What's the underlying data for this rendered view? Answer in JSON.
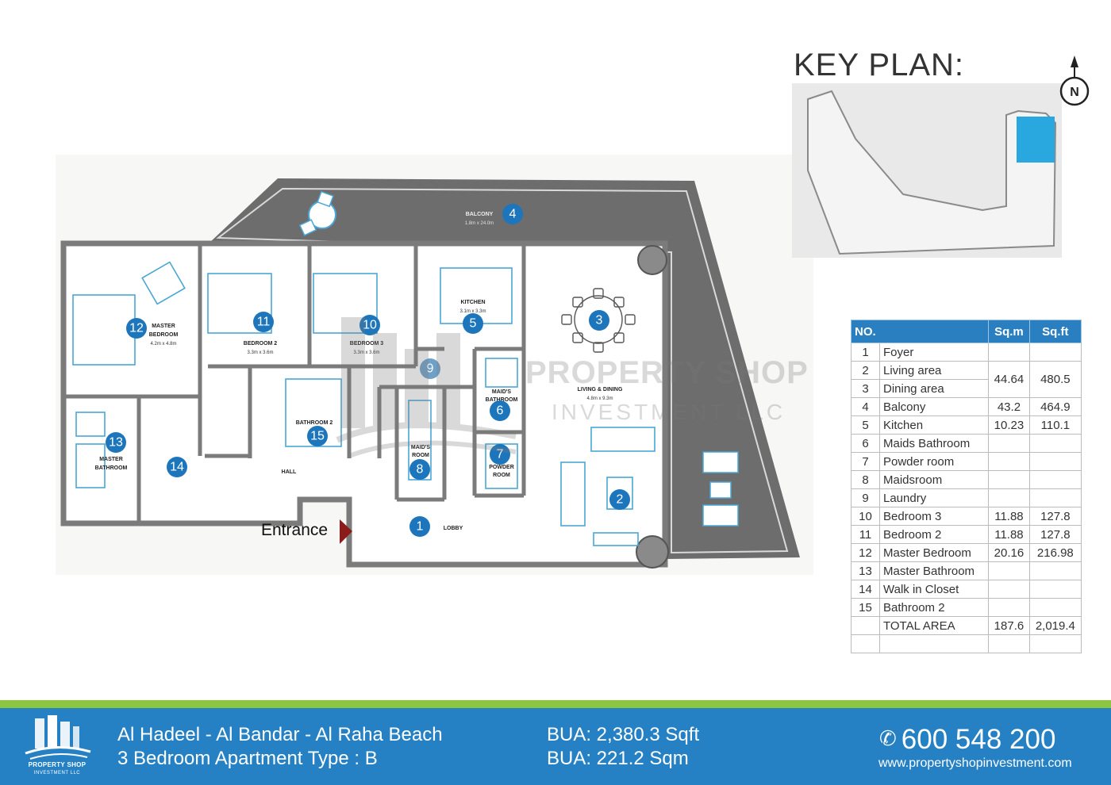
{
  "key_plan": {
    "title": "KEY PLAN:",
    "north_label": "N",
    "highlight_color": "#29a8e0"
  },
  "rooms": {
    "balcony": {
      "name": "BALCONY",
      "dim": "1.8m x 24.0m"
    },
    "master_bedroom": {
      "name": "MASTER",
      "name2": "BEDROOM",
      "dim": "4.2m x 4.8m"
    },
    "bedroom2": {
      "name": "BEDROOM 2",
      "dim": "3.3m x 3.6m"
    },
    "bedroom3": {
      "name": "BEDROOM 3",
      "dim": "3.3m x 3.6m"
    },
    "kitchen": {
      "name": "KITCHEN",
      "dim": "3.1m x 3.3m"
    },
    "living_dining": {
      "name": "LIVING & DINING",
      "dim": "4.8m x 9.3m"
    },
    "maids_bathroom": {
      "name": "MAID'S",
      "name2": "BATHROOM"
    },
    "powder_room": {
      "name": "POWDER",
      "name2": "ROOM"
    },
    "maids_room": {
      "name": "MAID'S",
      "name2": "ROOM"
    },
    "bathroom2": {
      "name": "BATHROOM 2"
    },
    "master_bathroom": {
      "name": "MASTER",
      "name2": "BATHROOM"
    },
    "hall": {
      "name": "HALL"
    },
    "lobby": {
      "name": "LOBBY"
    }
  },
  "markers": [
    "1",
    "2",
    "3",
    "4",
    "5",
    "6",
    "7",
    "8",
    "9",
    "10",
    "11",
    "12",
    "13",
    "14",
    "15"
  ],
  "entrance_label": "Entrance",
  "watermark": {
    "main": "PROPERTY SHOP",
    "sub": "INVESTMENT LLC"
  },
  "area_table": {
    "headers": [
      "NO.",
      "Sq.m",
      "Sq.ft"
    ],
    "rows": [
      {
        "no": "1",
        "name": "Foyer",
        "sqm": "",
        "sqft": ""
      },
      {
        "no": "2",
        "name": "Living area",
        "sqm": "",
        "sqft": ""
      },
      {
        "no": "3",
        "name": "Dining area",
        "sqm": "",
        "sqft": ""
      },
      {
        "no": "4",
        "name": "Balcony",
        "sqm": "43.2",
        "sqft": "464.9"
      },
      {
        "no": "5",
        "name": "Kitchen",
        "sqm": "10.23",
        "sqft": "110.1"
      },
      {
        "no": "6",
        "name": "Maids Bathroom",
        "sqm": "",
        "sqft": ""
      },
      {
        "no": "7",
        "name": "Powder room",
        "sqm": "",
        "sqft": ""
      },
      {
        "no": "8",
        "name": "Maidsroom",
        "sqm": "",
        "sqft": ""
      },
      {
        "no": "9",
        "name": "Laundry",
        "sqm": "",
        "sqft": ""
      },
      {
        "no": "10",
        "name": "Bedroom 3",
        "sqm": "11.88",
        "sqft": "127.8"
      },
      {
        "no": "11",
        "name": "Bedroom 2",
        "sqm": "11.88",
        "sqft": "127.8"
      },
      {
        "no": "12",
        "name": "Master Bedroom",
        "sqm": "20.16",
        "sqft": "216.98"
      },
      {
        "no": "13",
        "name": "Master Bathroom",
        "sqm": "",
        "sqft": ""
      },
      {
        "no": "14",
        "name": "Walk in Closet",
        "sqm": "",
        "sqft": ""
      },
      {
        "no": "15",
        "name": "Bathroom 2",
        "sqm": "",
        "sqft": ""
      }
    ],
    "living_dining_merged": {
      "sqm": "44.64",
      "sqft": "480.5"
    },
    "total": {
      "label": "TOTAL AREA",
      "sqm": "187.6",
      "sqft": "2,019.4"
    }
  },
  "footer": {
    "logo_name": "PROPERTY SHOP",
    "logo_sub": "INVESTMENT LLC",
    "location": "Al Hadeel - Al Bandar - Al Raha Beach",
    "unit_type": "3 Bedroom Apartment Type : B",
    "bua_sqft": "BUA: 2,380.3 Sqft",
    "bua_sqm": "BUA: 221.2 Sqm",
    "phone": "600 548 200",
    "website": "www.propertyshopinvestment.com"
  },
  "colors": {
    "marker_blue": "#1d75bc",
    "footer_blue": "#2581c4",
    "strip_green": "#8cc63f",
    "balcony_gray": "#6d6d6d",
    "wall_gray": "#7b7b7b",
    "entrance_arrow": "#8b1a1a"
  }
}
